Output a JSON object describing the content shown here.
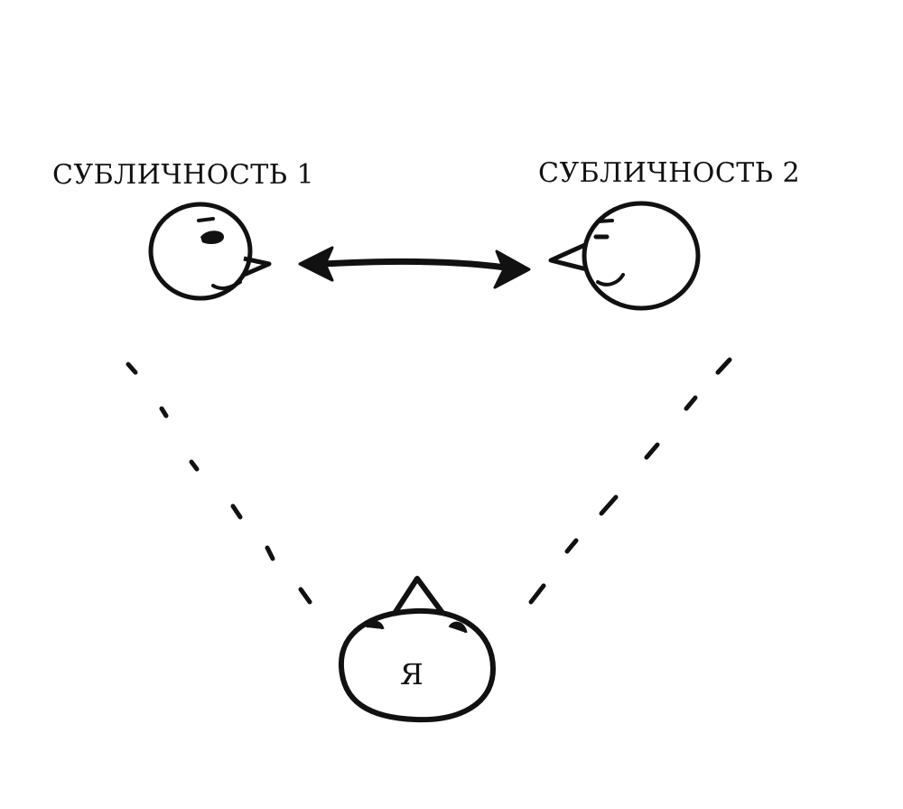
{
  "nodes": {
    "subpersonality_1": {
      "label": "СУБЛИЧНОСТЬ 1"
    },
    "subpersonality_2": {
      "label": "СУБЛИЧНОСТЬ 2"
    },
    "self": {
      "label": "Я"
    }
  },
  "edges": [
    {
      "from": "subpersonality_1",
      "to": "subpersonality_2",
      "style": "solid",
      "arrows": "both"
    },
    {
      "from": "subpersonality_1",
      "to": "self",
      "style": "dashed",
      "arrows": "none"
    },
    {
      "from": "subpersonality_2",
      "to": "self",
      "style": "dashed",
      "arrows": "none"
    }
  ],
  "colors": {
    "ink": "#111111",
    "background": "#ffffff"
  }
}
